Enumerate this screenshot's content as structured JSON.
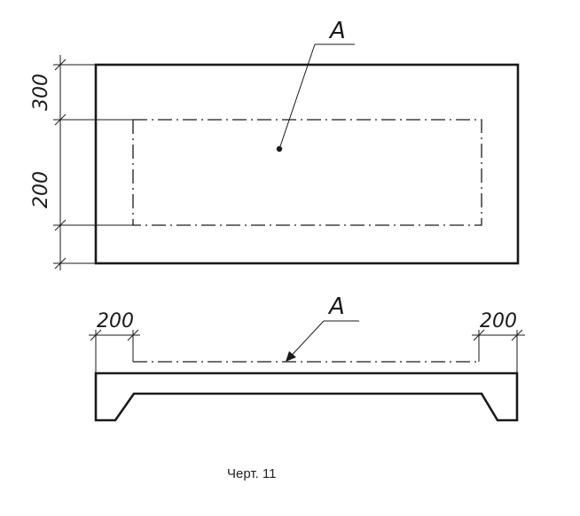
{
  "labels": {
    "section_mark_top": "А",
    "section_mark_bottom": "А",
    "dim_top_band": "300",
    "dim_mid_band": "200",
    "dim_left_end": "200",
    "dim_right_end": "200"
  },
  "caption": "Черт. 11",
  "colors": {
    "ink": "#1a1a1a",
    "paper": "#ffffff"
  }
}
